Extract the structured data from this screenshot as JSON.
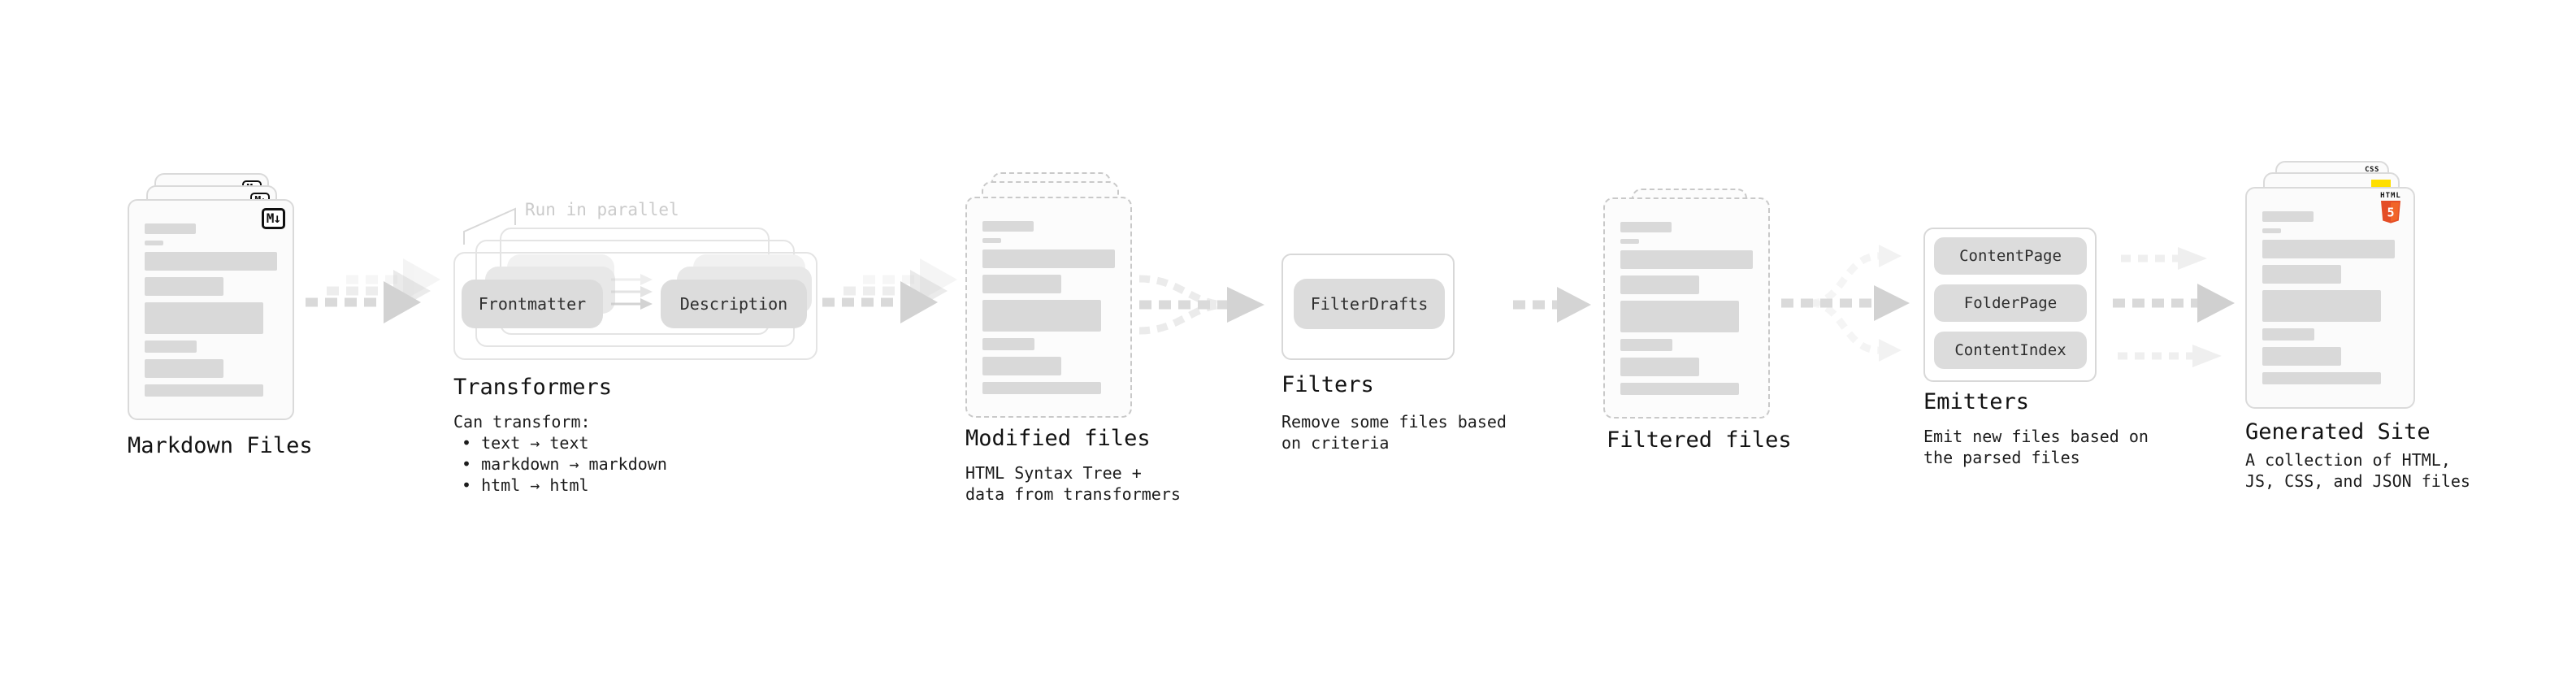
{
  "stages": {
    "markdown": {
      "title": "Markdown Files",
      "badge": "M↓"
    },
    "transformers": {
      "title": "Transformers",
      "annotation": "Run in parallel",
      "pills": [
        "Frontmatter",
        "Description"
      ],
      "desc_heading": "Can transform:",
      "bullets": [
        "• text → text",
        "• markdown → markdown",
        "• html → html"
      ]
    },
    "modified": {
      "title": "Modified files",
      "desc": [
        "HTML Syntax Tree +",
        "data from transformers"
      ]
    },
    "filters": {
      "title": "Filters",
      "pill": "FilterDrafts",
      "desc": [
        "Remove some files based",
        "on criteria"
      ]
    },
    "filtered": {
      "title": "Filtered files"
    },
    "emitters": {
      "title": "Emitters",
      "pills": [
        "ContentPage",
        "FolderPage",
        "ContentIndex"
      ],
      "desc": [
        "Emit new files based on",
        "the parsed files"
      ]
    },
    "generated": {
      "title": "Generated Site",
      "desc": [
        "A collection of HTML,",
        "JS, CSS, and JSON files"
      ],
      "badges": {
        "css": "CSS",
        "html": "HTML",
        "five": "5"
      }
    }
  },
  "colors": {
    "html5_orange": "#e44d26",
    "html5_orange_light": "#f16529",
    "js_yellow": "#ffdf00",
    "css_blue": "#2d62e8"
  }
}
